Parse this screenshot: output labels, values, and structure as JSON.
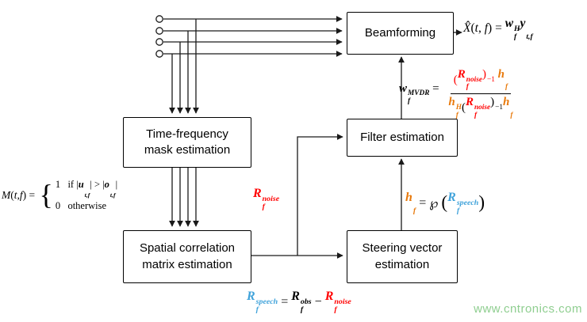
{
  "colors": {
    "red": "#ff0000",
    "blue": "#3fa2da",
    "orange": "#e8790b",
    "green": "#8fce90",
    "line": "#1a1a1a"
  },
  "boxes": {
    "beamforming": {
      "label": "Beamforming"
    },
    "tf_mask": {
      "label": "Time-frequency\nmask estimation"
    },
    "filter": {
      "label": "Filter estimation"
    },
    "spatial": {
      "label": "Spatial correlation\nmatrix estimation"
    },
    "steering": {
      "label": "Steering vector\nestimation"
    }
  },
  "formulas": {
    "output": {
      "tokens": [
        {
          "t": "X̂",
          "i": true
        },
        {
          "t": "(",
          "up": true
        },
        {
          "t": "t"
        },
        {
          "t": ", ",
          "up": true
        },
        {
          "t": "f"
        },
        {
          "t": ")",
          "up": true
        },
        {
          "t": " = ",
          "up": true
        },
        {
          "t": "w",
          "b": true,
          "sub": "f",
          "sup": "H"
        },
        {
          "t": "y",
          "b": true,
          "sub": "t,f"
        }
      ]
    },
    "mask": {
      "lhs": [
        {
          "t": "M"
        },
        {
          "t": "(",
          "up": true
        },
        {
          "t": "t"
        },
        {
          "t": ",",
          "up": true
        },
        {
          "t": "f"
        },
        {
          "t": ")",
          "up": true
        },
        {
          "t": " = ",
          "up": true
        }
      ],
      "brace": "{",
      "case1": [
        {
          "t": "1",
          "up": true
        },
        {
          "t": "   if ",
          "up": true
        },
        {
          "t": "|",
          "up": true
        },
        {
          "t": "u",
          "b": true,
          "sub": "t,f"
        },
        {
          "t": "| > |",
          "up": true
        },
        {
          "t": "o",
          "b": true,
          "sub": "t,f"
        },
        {
          "t": "|",
          "up": true
        }
      ],
      "case2": [
        {
          "t": "0",
          "up": true
        },
        {
          "t": "   otherwise",
          "up": true
        }
      ]
    },
    "mvdr": {
      "lhs": [
        {
          "t": "w",
          "b": true,
          "sub": "f",
          "sup": "MVDR"
        },
        {
          "t": " = ",
          "up": true
        }
      ],
      "num": [
        {
          "t": "(",
          "up": true,
          "c": "red"
        },
        {
          "t": "R",
          "b": true,
          "sub": "f",
          "sup": "noise",
          "c": "red"
        },
        {
          "t": ")",
          "up": true,
          "sup": "−1",
          "c": "red"
        },
        {
          "t": " ",
          "up": true
        },
        {
          "t": "h",
          "b": true,
          "sub": "f",
          "c": "orange"
        }
      ],
      "den": [
        {
          "t": "h",
          "b": true,
          "sub": "f",
          "sup": "H",
          "c": "orange"
        },
        {
          "t": "(",
          "up": true
        },
        {
          "t": "R",
          "b": true,
          "sub": "f",
          "sup": "noise",
          "c": "red"
        },
        {
          "t": ")",
          "up": true,
          "sup": "−1"
        },
        {
          "t": "h",
          "b": true,
          "sub": "f",
          "c": "orange"
        }
      ]
    },
    "hf": {
      "tokens": [
        {
          "t": "h",
          "b": true,
          "sub": "f",
          "c": "orange"
        },
        {
          "t": " = ",
          "up": true
        },
        {
          "t": "℘ ",
          "up": true
        },
        {
          "t": "(",
          "up": true,
          "big": true
        },
        {
          "t": "R",
          "b": true,
          "sub": "f",
          "sup": "speech",
          "c": "blue"
        },
        {
          "t": ")",
          "up": true,
          "big": true
        }
      ]
    },
    "noise": {
      "tokens": [
        {
          "t": "R",
          "b": true,
          "sub": "f",
          "sup": "noise",
          "c": "red"
        }
      ]
    },
    "speech": {
      "tokens": [
        {
          "t": "R",
          "b": true,
          "sub": "f",
          "sup": "speech",
          "c": "blue"
        },
        {
          "t": " = ",
          "up": true
        },
        {
          "t": "R",
          "b": true,
          "sub": "f",
          "sup": "obs"
        },
        {
          "t": " − ",
          "up": true
        },
        {
          "t": "R",
          "b": true,
          "sub": "f",
          "sup": "noise",
          "c": "red"
        }
      ]
    }
  },
  "watermark": {
    "text": "www.cntronics.com"
  }
}
